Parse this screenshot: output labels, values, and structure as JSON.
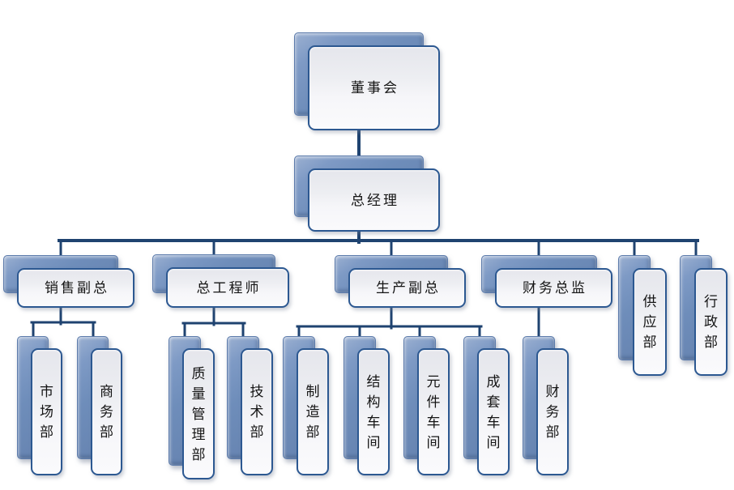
{
  "chart": {
    "type": "org-chart",
    "background": "#FFFFFF",
    "colors": {
      "connector": "#1F4370",
      "node_back_fill": "#6E8DBA",
      "node_back_edge": "#5C7BAB",
      "node_face_fill": "#F2F2F6",
      "node_face_border": "#2C5891",
      "text": "#141414"
    },
    "nodes": [
      {
        "id": "board",
        "label": "董事会",
        "parent": null,
        "orient": "h",
        "shadow": [
          363,
          40,
          160,
          103
        ],
        "front": [
          380,
          56,
          163,
          105
        ]
      },
      {
        "id": "general-manager",
        "label": "总经理",
        "parent": "board",
        "orient": "h",
        "shadow": [
          363,
          192,
          160,
          76
        ],
        "front": [
          380,
          208,
          163,
          78
        ]
      },
      {
        "id": "sales-vp",
        "label": "销售副总",
        "parent": "general-manager",
        "orient": "h",
        "shadow": [
          4,
          315,
          142,
          47
        ],
        "front": [
          21,
          331,
          145,
          49
        ]
      },
      {
        "id": "chief-engineer",
        "label": "总工程师",
        "parent": "general-manager",
        "orient": "h",
        "shadow": [
          188,
          314,
          152,
          48
        ],
        "front": [
          205,
          330,
          152,
          50
        ]
      },
      {
        "id": "production-vp",
        "label": "生产副总",
        "parent": "general-manager",
        "orient": "h",
        "shadow": [
          413,
          315,
          140,
          47
        ],
        "front": [
          430,
          331,
          145,
          49
        ]
      },
      {
        "id": "finance-director",
        "label": "财务总监",
        "parent": "general-manager",
        "orient": "h",
        "shadow": [
          594,
          315,
          143,
          47
        ],
        "front": [
          611,
          331,
          145,
          49
        ]
      },
      {
        "id": "supply-dept",
        "label": "供应部",
        "parent": "general-manager",
        "orient": "v",
        "shadow": [
          763,
          315,
          40,
          130
        ],
        "front": [
          781,
          331,
          42,
          133
        ]
      },
      {
        "id": "admin-dept",
        "label": "行政部",
        "parent": "general-manager",
        "orient": "v",
        "shadow": [
          839,
          315,
          40,
          130
        ],
        "front": [
          857,
          331,
          41,
          133
        ]
      },
      {
        "id": "marketing-dept",
        "label": "市场部",
        "parent": "sales-vp",
        "orient": "v",
        "shadow": [
          21,
          415,
          39,
          152
        ],
        "front": [
          38,
          430,
          39,
          157
        ]
      },
      {
        "id": "commerce-dept",
        "label": "商务部",
        "parent": "sales-vp",
        "orient": "v",
        "shadow": [
          95,
          415,
          39,
          152
        ],
        "front": [
          112,
          430,
          39,
          157
        ]
      },
      {
        "id": "quality-mgmt-dept",
        "label": "质量管理部",
        "parent": "chief-engineer",
        "orient": "v",
        "shadow": [
          208,
          415,
          40,
          160
        ],
        "front": [
          225,
          430,
          40,
          162
        ]
      },
      {
        "id": "tech-dept",
        "label": "技术部",
        "parent": "chief-engineer",
        "orient": "v",
        "shadow": [
          280,
          415,
          40,
          152
        ],
        "front": [
          297,
          430,
          40,
          157
        ]
      },
      {
        "id": "manufacturing-dept",
        "label": "制造部",
        "parent": "production-vp",
        "orient": "v",
        "shadow": [
          349,
          415,
          40,
          152
        ],
        "front": [
          366,
          430,
          40,
          157
        ]
      },
      {
        "id": "structure-workshop",
        "label": "结构车间",
        "parent": "production-vp",
        "orient": "v",
        "shadow": [
          424,
          415,
          40,
          152
        ],
        "front": [
          441,
          430,
          40,
          157
        ]
      },
      {
        "id": "component-workshop",
        "label": "元件车间",
        "parent": "production-vp",
        "orient": "v",
        "shadow": [
          498,
          415,
          40,
          152
        ],
        "front": [
          515,
          430,
          40,
          157
        ]
      },
      {
        "id": "complete-set-workshop",
        "label": "成套车间",
        "parent": "production-vp",
        "orient": "v",
        "shadow": [
          572,
          415,
          40,
          152
        ],
        "front": [
          589,
          430,
          40,
          157
        ]
      },
      {
        "id": "finance-dept",
        "label": "财务部",
        "parent": "finance-director",
        "orient": "v",
        "shadow": [
          645,
          415,
          40,
          152
        ],
        "front": [
          662,
          430,
          40,
          157
        ]
      }
    ],
    "connectors": [
      [
        443,
        140,
        443,
        212,
        4
      ],
      [
        443,
        262,
        443,
        299,
        4
      ],
      [
        73,
        297,
        861,
        297,
        4
      ],
      [
        75,
        297,
        75,
        320,
        3
      ],
      [
        264,
        297,
        264,
        320,
        3
      ],
      [
        483,
        297,
        483,
        320,
        3
      ],
      [
        665,
        297,
        665,
        320,
        3
      ],
      [
        783,
        297,
        783,
        320,
        3
      ],
      [
        859,
        297,
        859,
        320,
        3
      ],
      [
        75,
        358,
        75,
        400,
        3
      ],
      [
        39,
        398,
        117,
        398,
        3
      ],
      [
        41,
        398,
        41,
        422,
        3
      ],
      [
        115,
        398,
        115,
        422,
        3
      ],
      [
        264,
        358,
        264,
        401,
        3
      ],
      [
        226,
        399,
        302,
        399,
        3
      ],
      [
        228,
        399,
        228,
        422,
        3
      ],
      [
        300,
        399,
        300,
        422,
        3
      ],
      [
        483,
        358,
        483,
        405,
        3
      ],
      [
        367,
        403,
        594,
        403,
        3
      ],
      [
        369,
        403,
        369,
        422,
        3
      ],
      [
        444,
        403,
        444,
        422,
        3
      ],
      [
        518,
        403,
        518,
        422,
        3
      ],
      [
        592,
        403,
        592,
        422,
        3
      ],
      [
        665,
        358,
        665,
        422,
        3
      ]
    ]
  }
}
